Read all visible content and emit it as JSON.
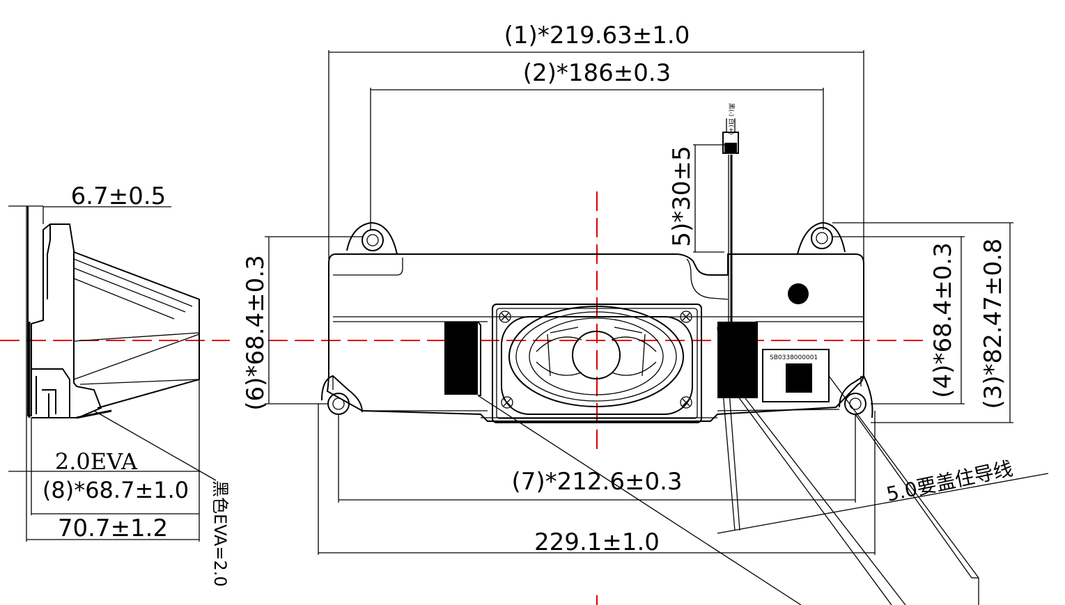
{
  "dimensions": {
    "d1": "(1)*219.63±1.0",
    "d2": "(2)*186±0.3",
    "d3": "(3)*82.47±0.8",
    "d4": "(4)*68.4±0.3",
    "d5": "5)*30±5",
    "d6": "(6)*68.4±0.3",
    "d7": "(7)*212.6±0.3",
    "d8": "(8)*68.7±1.0",
    "overall_width": "229.1±1.0",
    "side_depth": "6.7±0.5",
    "side_width": "70.7±1.2",
    "eva_thickness": "2.0EVA"
  },
  "notes": {
    "cover_wire": "5.0要盖住导线",
    "black_eva": "黑色EVA=2.0",
    "label_code": "SB0338000001",
    "connector_tag": "黑(-) 白(+)"
  },
  "colors": {
    "centerline": "#e00000",
    "line": "#000000"
  }
}
